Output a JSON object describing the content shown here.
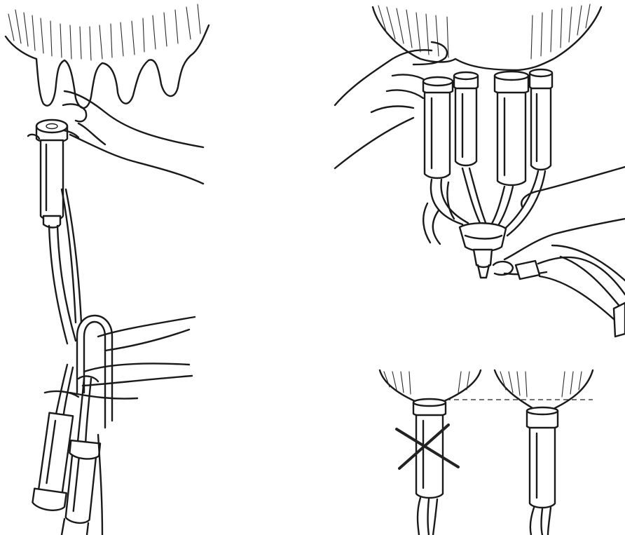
{
  "figure": {
    "panels": [
      {
        "id": "left",
        "depicts": "hand-holding-teat-cup-near-teat"
      },
      {
        "id": "top-right",
        "depicts": "attaching-cluster-of-teat-cups"
      },
      {
        "id": "bottom-right-wrong",
        "depicts": "teat-cup-positioned-incorrectly"
      },
      {
        "id": "bottom-right-correct",
        "depicts": "teat-cup-positioned-correctly"
      }
    ],
    "marks": {
      "wrong": "cross-mark",
      "reference": "dashed-level-line"
    },
    "colors": {
      "ink": "#1a1a1a",
      "paper": "#ffffff"
    }
  }
}
